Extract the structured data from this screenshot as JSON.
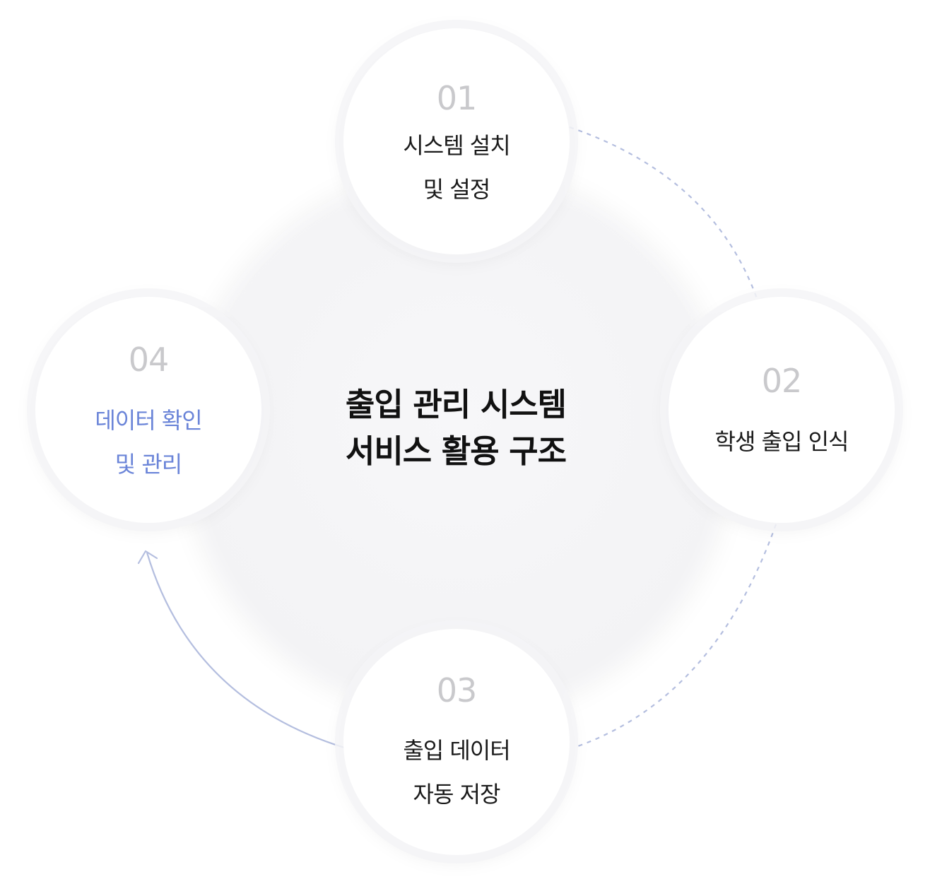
{
  "title": {
    "line1": "출입 관리 시스템",
    "line2": "서비스 활용 구조"
  },
  "steps": [
    {
      "number": "01",
      "lines": [
        "시스템 설치",
        "및 설정"
      ]
    },
    {
      "number": "02",
      "lines": [
        "학생 출입 인식"
      ]
    },
    {
      "number": "03",
      "lines": [
        "출입 데이터",
        "자동 저장"
      ]
    },
    {
      "number": "04",
      "lines": [
        "데이터 확인",
        "및 관리"
      ]
    }
  ],
  "colors": {
    "accent": "#6a84d8",
    "connector": "#b4bedf",
    "number": "#c9c9cc",
    "text": "#1a1a1a"
  }
}
